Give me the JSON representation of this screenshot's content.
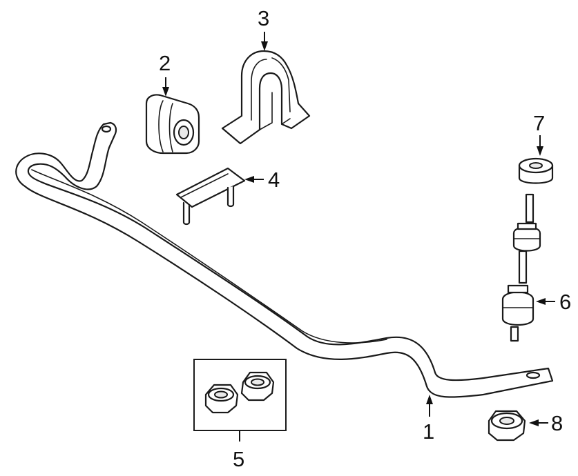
{
  "callouts": {
    "c1": "1",
    "c2": "2",
    "c3": "3",
    "c4": "4",
    "c5": "5",
    "c6": "6",
    "c7": "7",
    "c8": "8"
  },
  "parts": [
    {
      "callout": "1",
      "icon": "stabilizer-bar-icon"
    },
    {
      "callout": "2",
      "icon": "bushing-icon"
    },
    {
      "callout": "3",
      "icon": "bushing-bracket-icon"
    },
    {
      "callout": "4",
      "icon": "mount-bracket-icon"
    },
    {
      "callout": "5",
      "icon": "nut-pair-icon"
    },
    {
      "callout": "6",
      "icon": "stabilizer-link-icon"
    },
    {
      "callout": "7",
      "icon": "link-bushing-icon"
    },
    {
      "callout": "8",
      "icon": "nut-icon"
    }
  ]
}
